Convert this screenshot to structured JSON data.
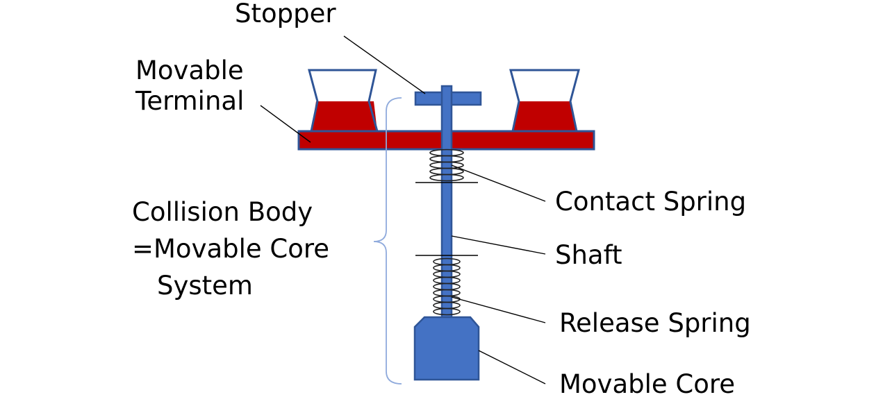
{
  "labels": {
    "stopper": "Stopper",
    "movable_terminal_line1": "Movable",
    "movable_terminal_line2": "Terminal",
    "collision_body_line1": "Collision Body",
    "collision_body_line2": "=Movable Core",
    "collision_body_line3": "System",
    "contact_spring": "Contact Spring",
    "shaft": "Shaft",
    "release_spring": "Release Spring",
    "movable_core": "Movable Core"
  },
  "colors": {
    "blue": "#4472C4",
    "blue_outline": "#2F5597",
    "red": "#C00000",
    "bracket": "#8FAADC"
  }
}
